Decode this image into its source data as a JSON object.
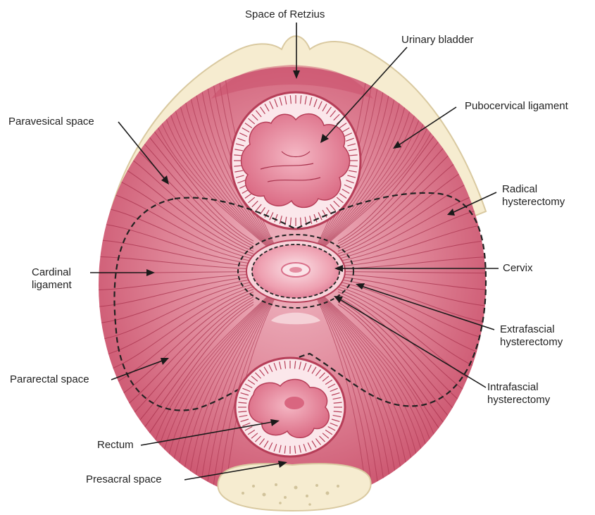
{
  "labels": {
    "space_of_retzius": "Space of Retzius",
    "urinary_bladder": "Urinary bladder",
    "paravesical_space": "Paravesical space",
    "pubocervical_ligament": "Pubocervical ligament",
    "radical_line1": "Radical",
    "radical_line2": "hysterectomy",
    "cardinal_line1": "Cardinal",
    "cardinal_line2": "ligament",
    "cervix": "Cervix",
    "extrafascial_line1": "Extrafascial",
    "extrafascial_line2": "hysterectomy",
    "pararectal_space": "Pararectal space",
    "intrafascial_line1": "Intrafascial",
    "intrafascial_line2": "hysterectomy",
    "rectum": "Rectum",
    "presacral_space": "Presacral space"
  },
  "colors": {
    "tissue": "#cf5b72",
    "tissue_dark": "#b63e58",
    "tissue_light": "#f2c9d1",
    "fiber": "#a8324d",
    "bone": "#f6ecd0",
    "bone_edge": "#d9c9a0",
    "leader": "#1a1a1a"
  }
}
